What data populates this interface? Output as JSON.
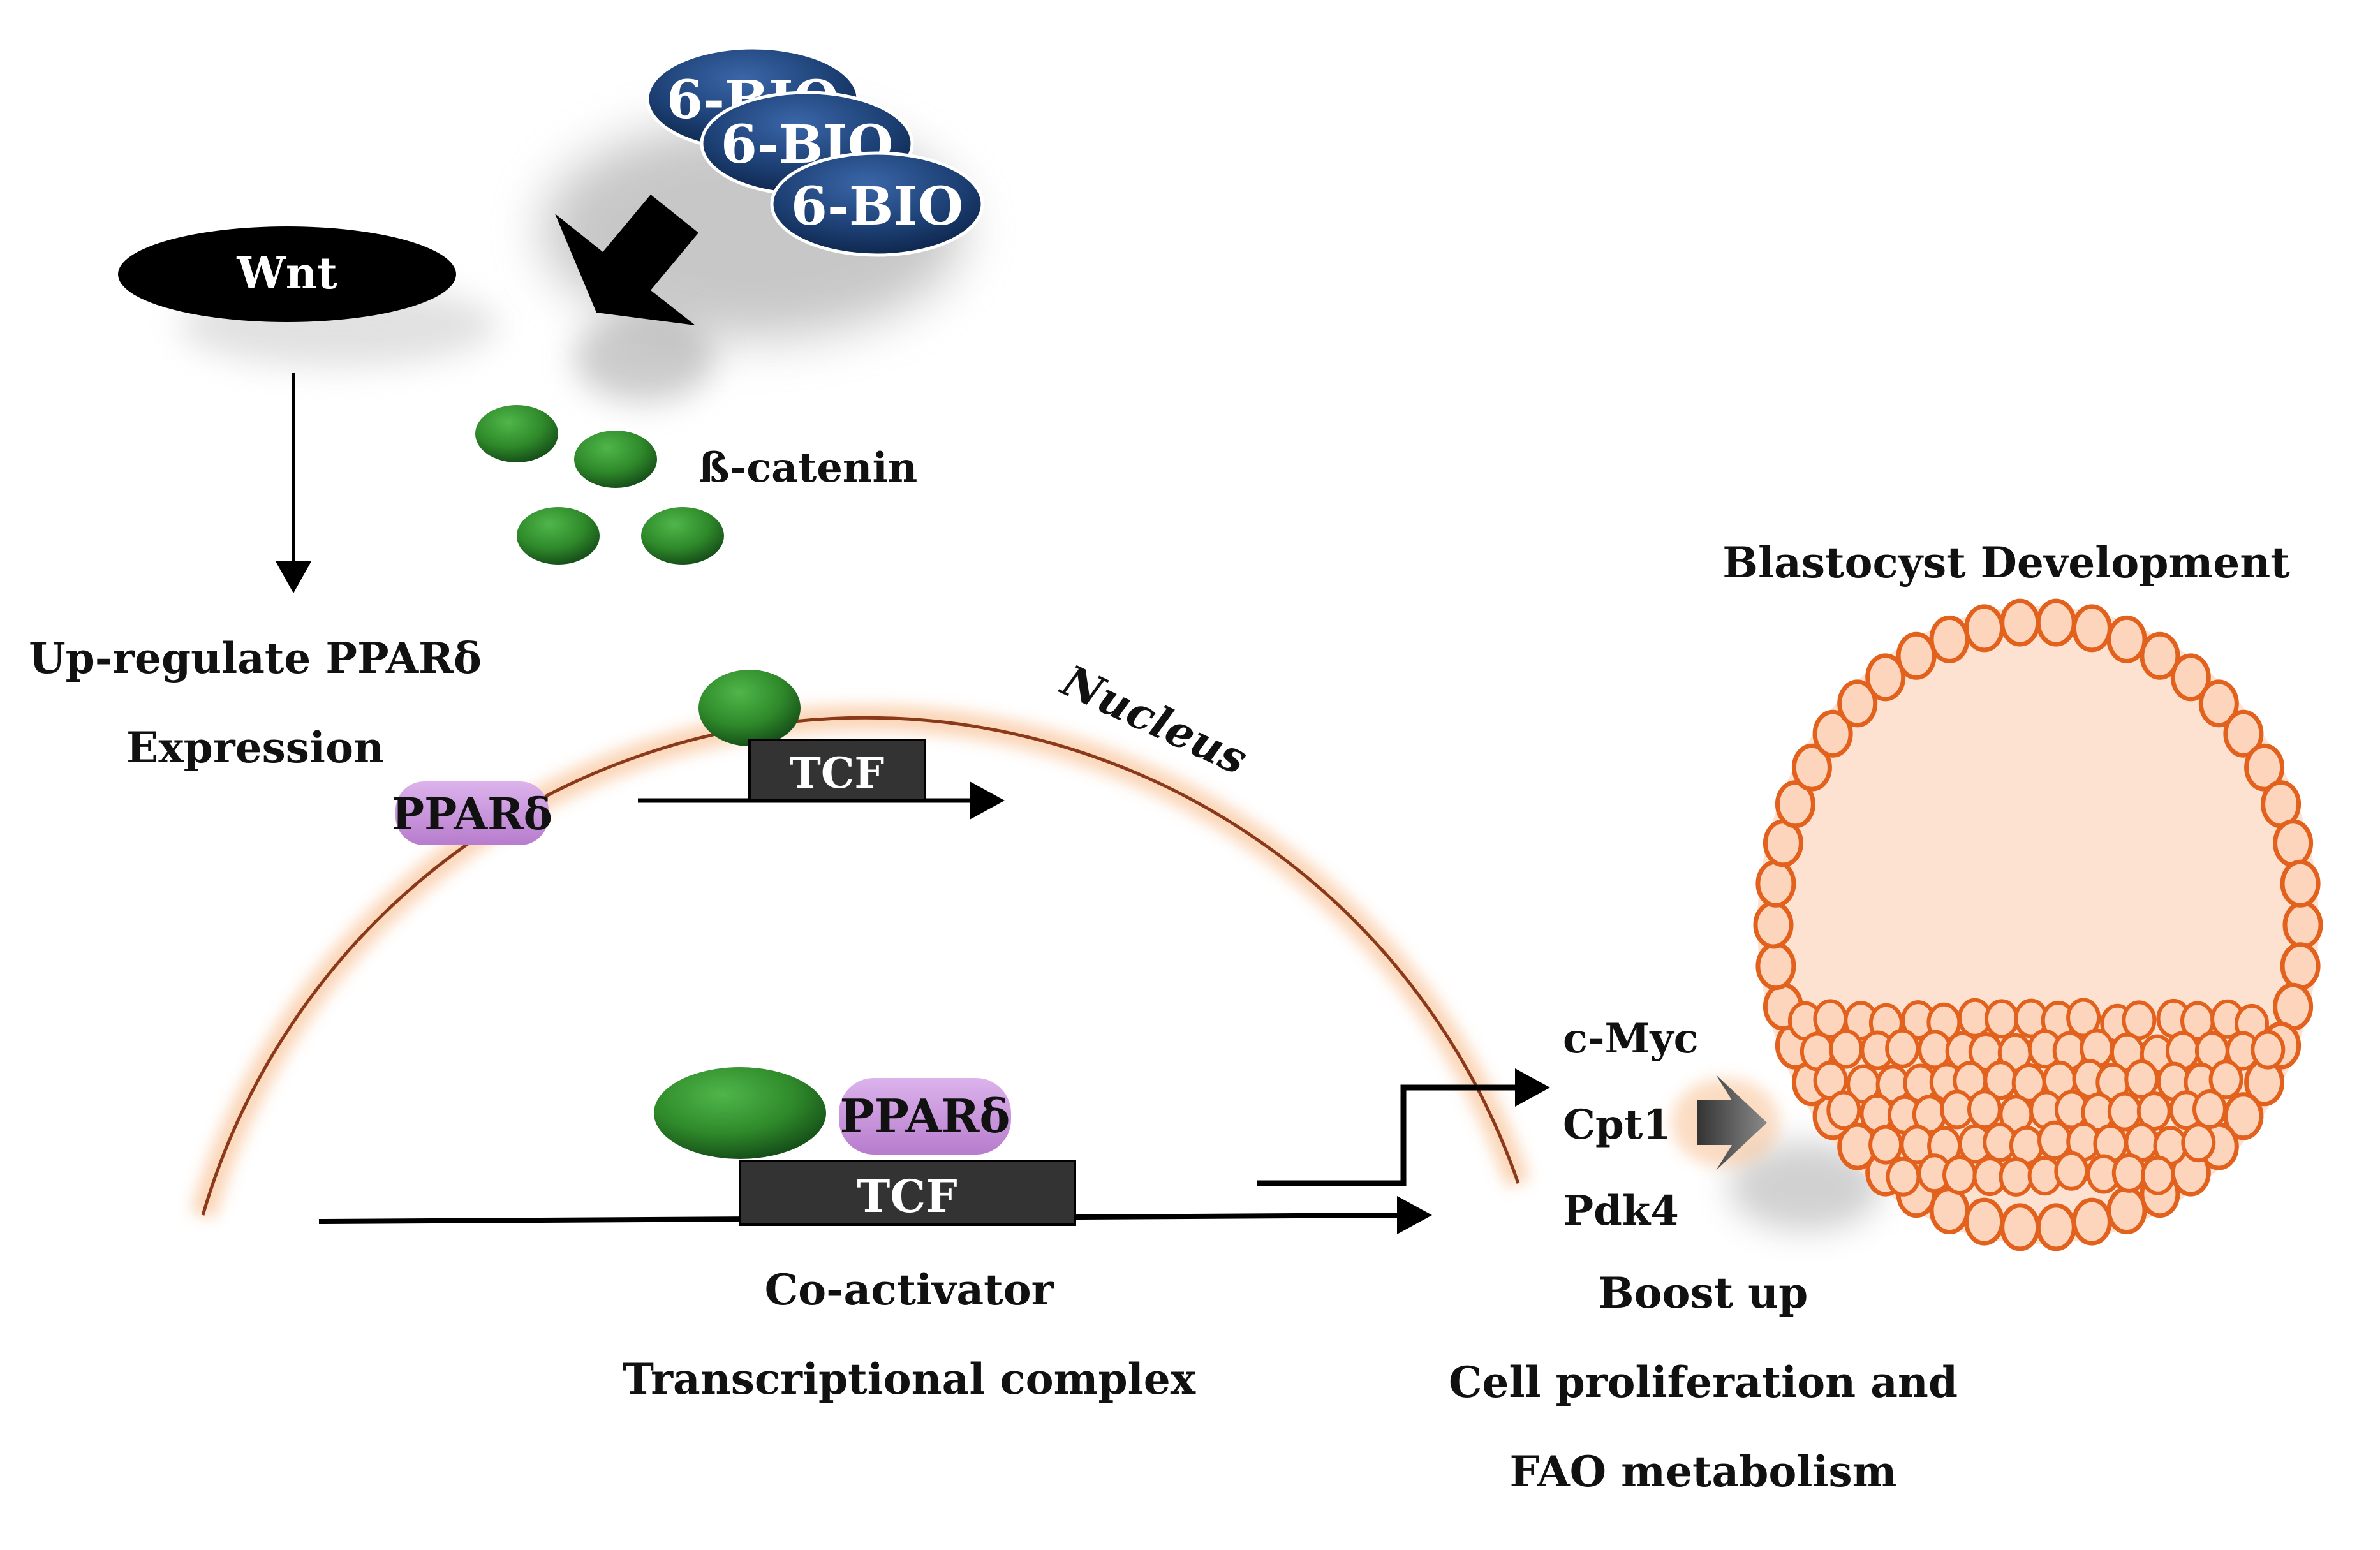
{
  "labels": {
    "wnt": "Wnt",
    "bio": "6-BIO",
    "beta_catenin": "ß-catenin",
    "upregulate_line1": "Up-regulate PPARδ",
    "upregulate_line2": "Expression",
    "nucleus": "Nucleus",
    "ppard": "PPARδ",
    "tcf": "TCF",
    "coactivator_line1": "Co-activator",
    "coactivator_line2": "Transcriptional complex",
    "genes": [
      "c-Myc",
      "Cpt1",
      "Pdk4"
    ],
    "boost_line1": "Boost up",
    "boost_line2": "Cell proliferation and",
    "boost_line3": "FAO metabolism",
    "blastocyst_title": "Blastocyst Development"
  },
  "colors": {
    "bio_blue": "#1c3f73",
    "beta_catenin_green": "#2f8a2a",
    "ppard_purple": "#c893dc",
    "tcf_box": "#333333",
    "nucleus_membrane": "#8a3a1a",
    "nucleus_glow": "#f7b27a",
    "blastocyst_fill": "#fde2d2",
    "cell_stroke": "#e2611d",
    "cell_fill": "#fdd5bd"
  }
}
